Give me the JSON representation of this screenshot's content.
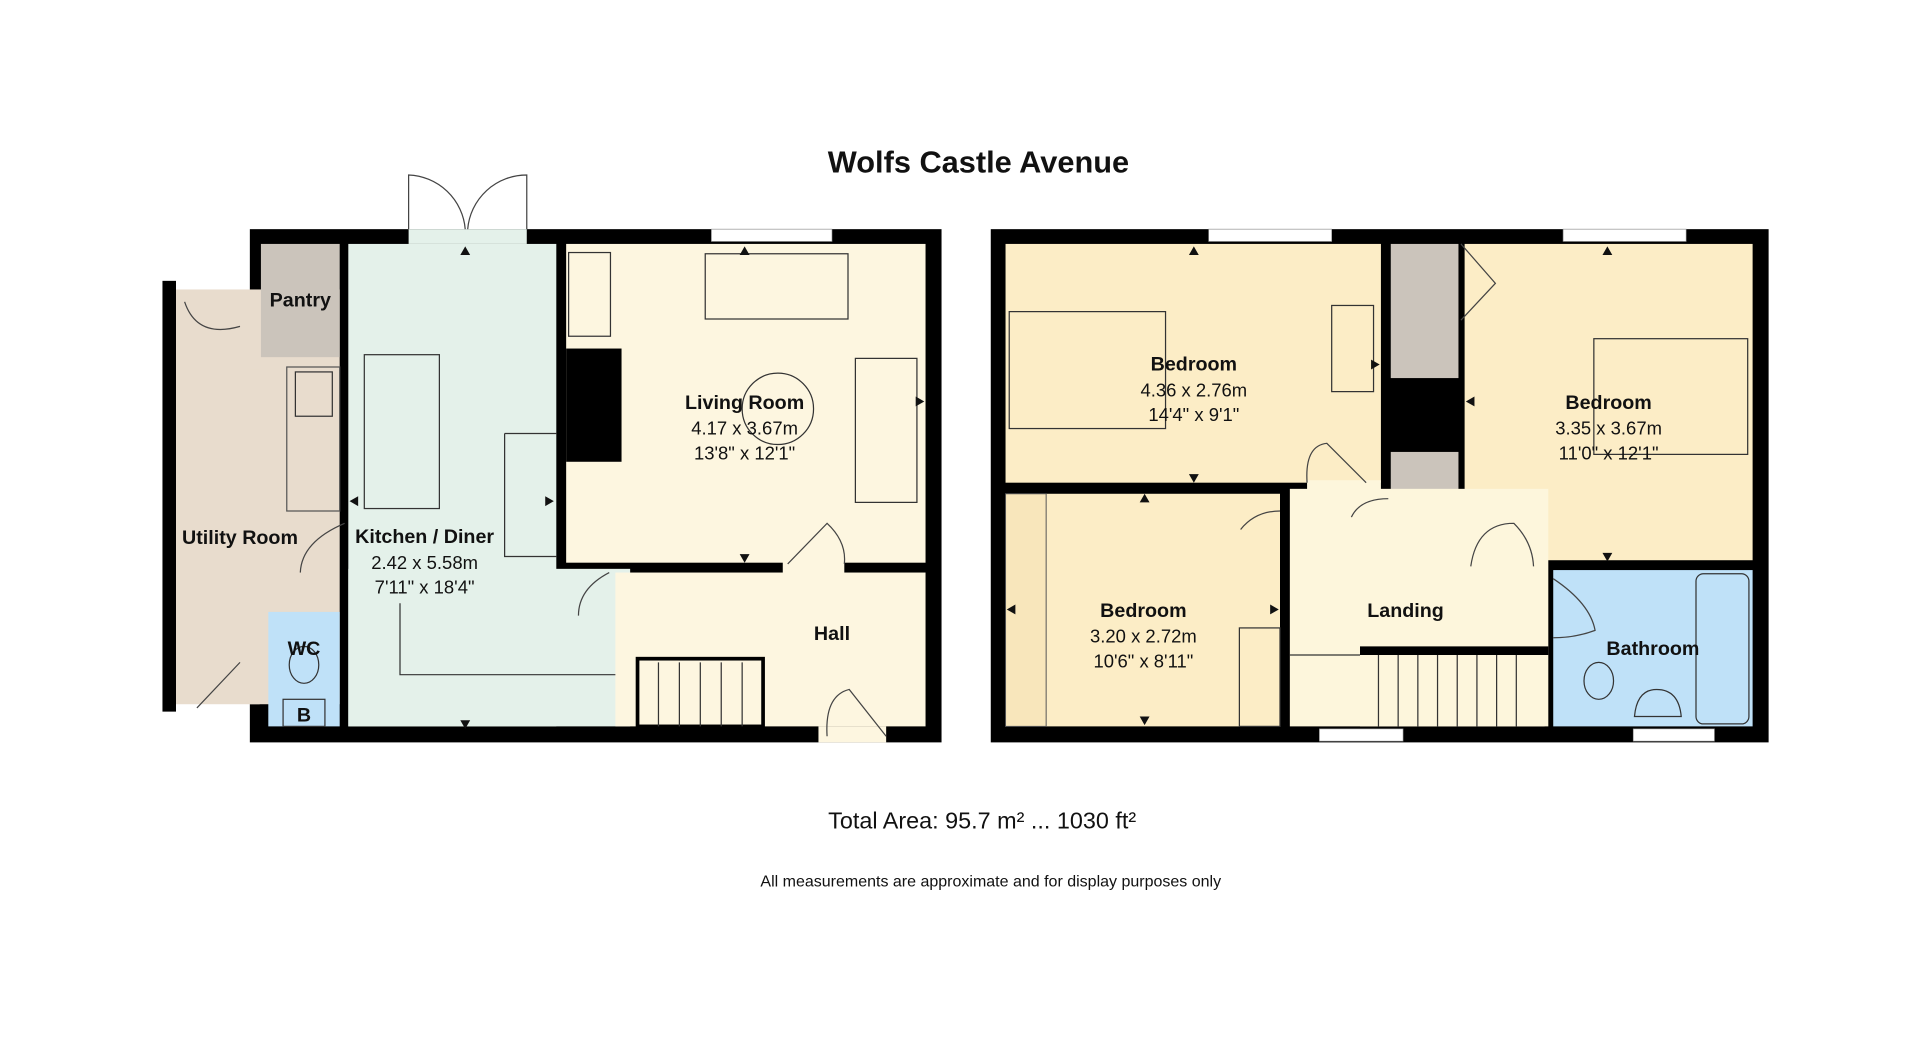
{
  "title": "Wolfs Castle Avenue",
  "ground_floor": {
    "rooms": [
      {
        "name": "Pantry"
      },
      {
        "name": "Utility Room"
      },
      {
        "name": "WC"
      },
      {
        "name": "B"
      },
      {
        "name": "Kitchen / Diner",
        "dims_m": "2.42 x 5.58m",
        "dims_ft": "7'11\" x 18'4\""
      },
      {
        "name": "Living Room",
        "dims_m": "4.17 x 3.67m",
        "dims_ft": "13'8\" x 12'1\""
      },
      {
        "name": "Hall"
      }
    ]
  },
  "first_floor": {
    "rooms": [
      {
        "name": "Bedroom",
        "dims_m": "4.36 x 2.76m",
        "dims_ft": "14'4\" x 9'1\""
      },
      {
        "name": "Bedroom",
        "dims_m": "3.35 x 3.67m",
        "dims_ft": "11'0\" x 12'1\""
      },
      {
        "name": "Bedroom",
        "dims_m": "3.20 x 2.72m",
        "dims_ft": "10'6\" x 8'11\""
      },
      {
        "name": "Landing"
      },
      {
        "name": "Bathroom"
      }
    ]
  },
  "footer": {
    "total_area": "Total Area: 95.7 m² ... 1030 ft²",
    "disclaimer": "All measurements are approximate and for display purposes only"
  },
  "colors": {
    "wall": "#000000",
    "living": "#fdf6e0",
    "kitchen": "#e4f1ea",
    "utility": "#e8dccd",
    "pantry": "#cbc4bb",
    "wet": "#bfe1f8",
    "bedroom": "#fcedc6",
    "landing": "#fdf6dc"
  }
}
